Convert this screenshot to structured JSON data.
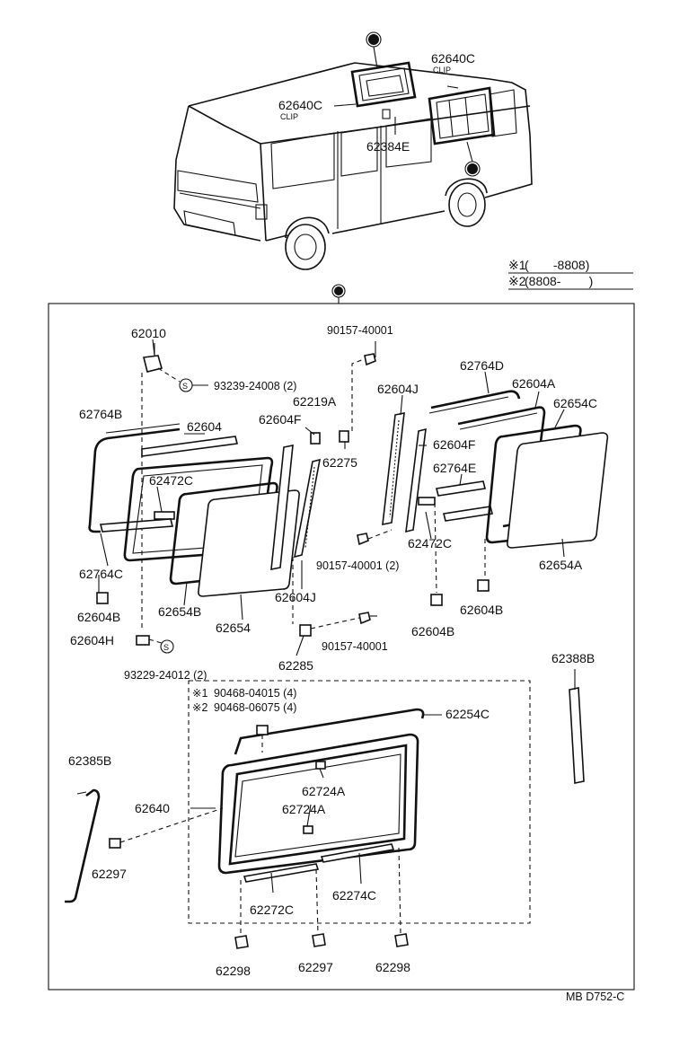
{
  "diagram": {
    "legend": {
      "row1_mark": "※1",
      "row1_range": "(       -8808)",
      "row2_mark": "※2",
      "row2_range": "(8808-        )"
    },
    "overview_labels": {
      "top_right_part": "62640C",
      "top_right_note": "CLIP",
      "top_left_part": "62640C",
      "top_left_note": "CLIP",
      "bottom_part": "62384E"
    },
    "parts": {
      "p62010": "62010",
      "p93239": "93239-24008 (2)",
      "p90157_top": "90157-40001",
      "p62219A": "62219A",
      "p62275": "62275",
      "p62604J_top": "62604J",
      "p62764D": "62764D",
      "p62604A": "62604A",
      "p62654C": "62654C",
      "p62764B": "62764B",
      "p62604_left": "62604",
      "p62604F_left": "62604F",
      "p62604F_right": "62604F",
      "p62472C_left": "62472C",
      "p62764E": "62764E",
      "p62764C": "62764C",
      "p62604J_mid": "62604J",
      "p90157_mid": "90157-40001 (2)",
      "p62472C_right": "62472C",
      "p62654A": "62654A",
      "p62604B_left": "62604B",
      "p62654B": "62654B",
      "p62654": "62654",
      "p62604B_mid": "62604B",
      "p62604B_right": "62604B",
      "p62604H": "62604H",
      "p90157_bottom": "90157-40001",
      "p93229": "93229-24012 (2)",
      "p62285": "62285",
      "p62388B": "62388B",
      "p90468_a_mark": "※1",
      "p90468_a": "90468-04015 (4)",
      "p90468_b_mark": "※2",
      "p90468_b": "90468-06075 (4)",
      "p62254C": "62254C",
      "p62385B": "62385B",
      "p62640": "62640",
      "p62724A_upper": "62724A",
      "p62724A_lower": "62724A",
      "p62297_left": "62297",
      "p62272C": "62272C",
      "p62274C": "62274C",
      "p62298_left": "62298",
      "p62297_bottom": "62297",
      "p62298_right": "62298"
    },
    "footer_code": "MB D752-C"
  }
}
